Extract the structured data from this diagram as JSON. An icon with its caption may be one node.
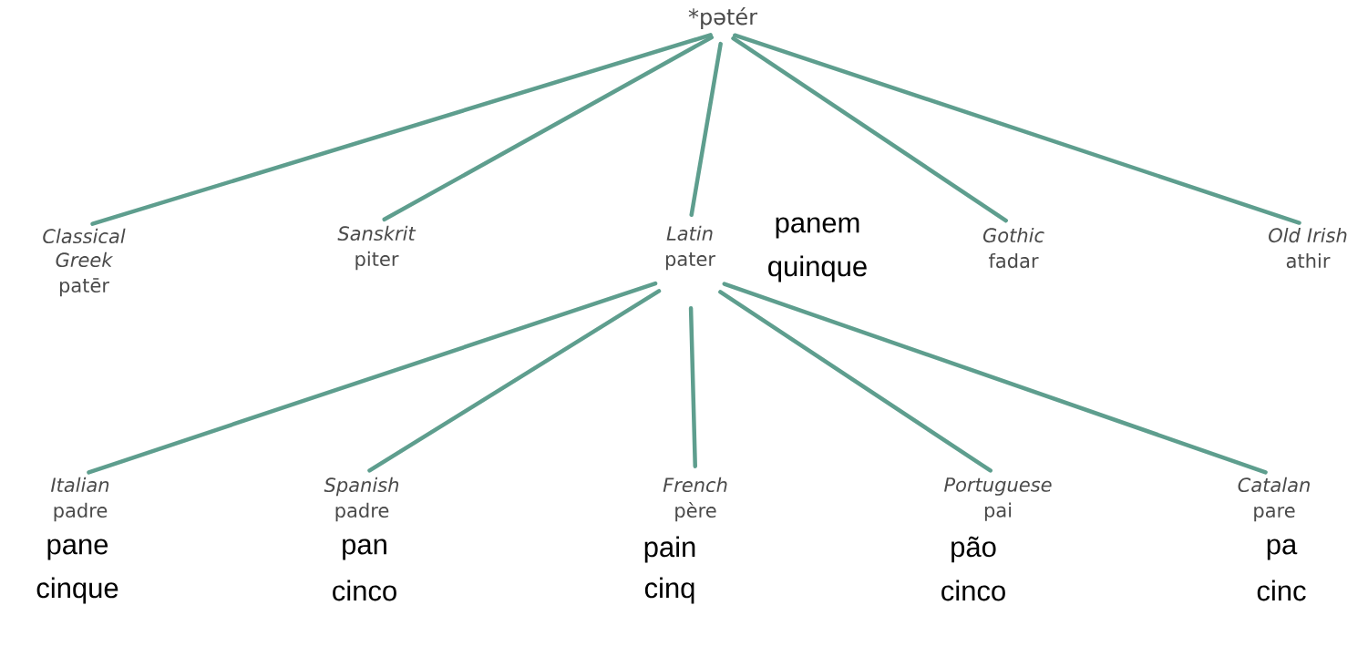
{
  "diagram": {
    "nodes": [
      {
        "text": [
          "*pətér"
        ]
      },
      {
        "text": [
          "Classical Greek",
          "patēr"
        ]
      },
      {
        "text": [
          "Sanskrit",
          "piter"
        ]
      },
      {
        "text": [
          "Latin",
          "pater"
        ],
        "beside": [
          "panem",
          "quinque"
        ]
      },
      {
        "text": [
          "Gothic",
          "fadar"
        ]
      },
      {
        "text": [
          "Old Irish",
          "athir"
        ]
      },
      {
        "text": [
          "Italian",
          "padre"
        ],
        "beside": [
          "pane",
          "cinque"
        ]
      },
      {
        "text": [
          "Spanish",
          "padre"
        ],
        "beside": [
          "pan",
          "cinco"
        ]
      },
      {
        "text": [
          "French",
          "père"
        ],
        "beside": [
          "pain",
          "cinq"
        ]
      },
      {
        "text": [
          "Portuguese",
          "pai"
        ],
        "beside": [
          "pão",
          "cinco"
        ]
      },
      {
        "text": [
          "Catalan",
          "pare"
        ],
        "beside": [
          "pa",
          "cinc"
        ]
      }
    ],
    "edges": [
      {
        "from": 0,
        "to": 1,
        "arrow": "none"
      },
      {
        "from": 0,
        "to": 2,
        "arrow": "none"
      },
      {
        "from": 0,
        "to": 3,
        "arrow": "none"
      },
      {
        "from": 0,
        "to": 4,
        "arrow": "none"
      },
      {
        "from": 0,
        "to": 5,
        "arrow": "none"
      },
      {
        "from": 3,
        "to": 6,
        "arrow": "none"
      },
      {
        "from": 3,
        "to": 7,
        "arrow": "none"
      },
      {
        "from": 3,
        "to": 8,
        "arrow": "none"
      },
      {
        "from": 3,
        "to": 9,
        "arrow": "none"
      },
      {
        "from": 3,
        "to": 10,
        "arrow": "none"
      }
    ]
  }
}
